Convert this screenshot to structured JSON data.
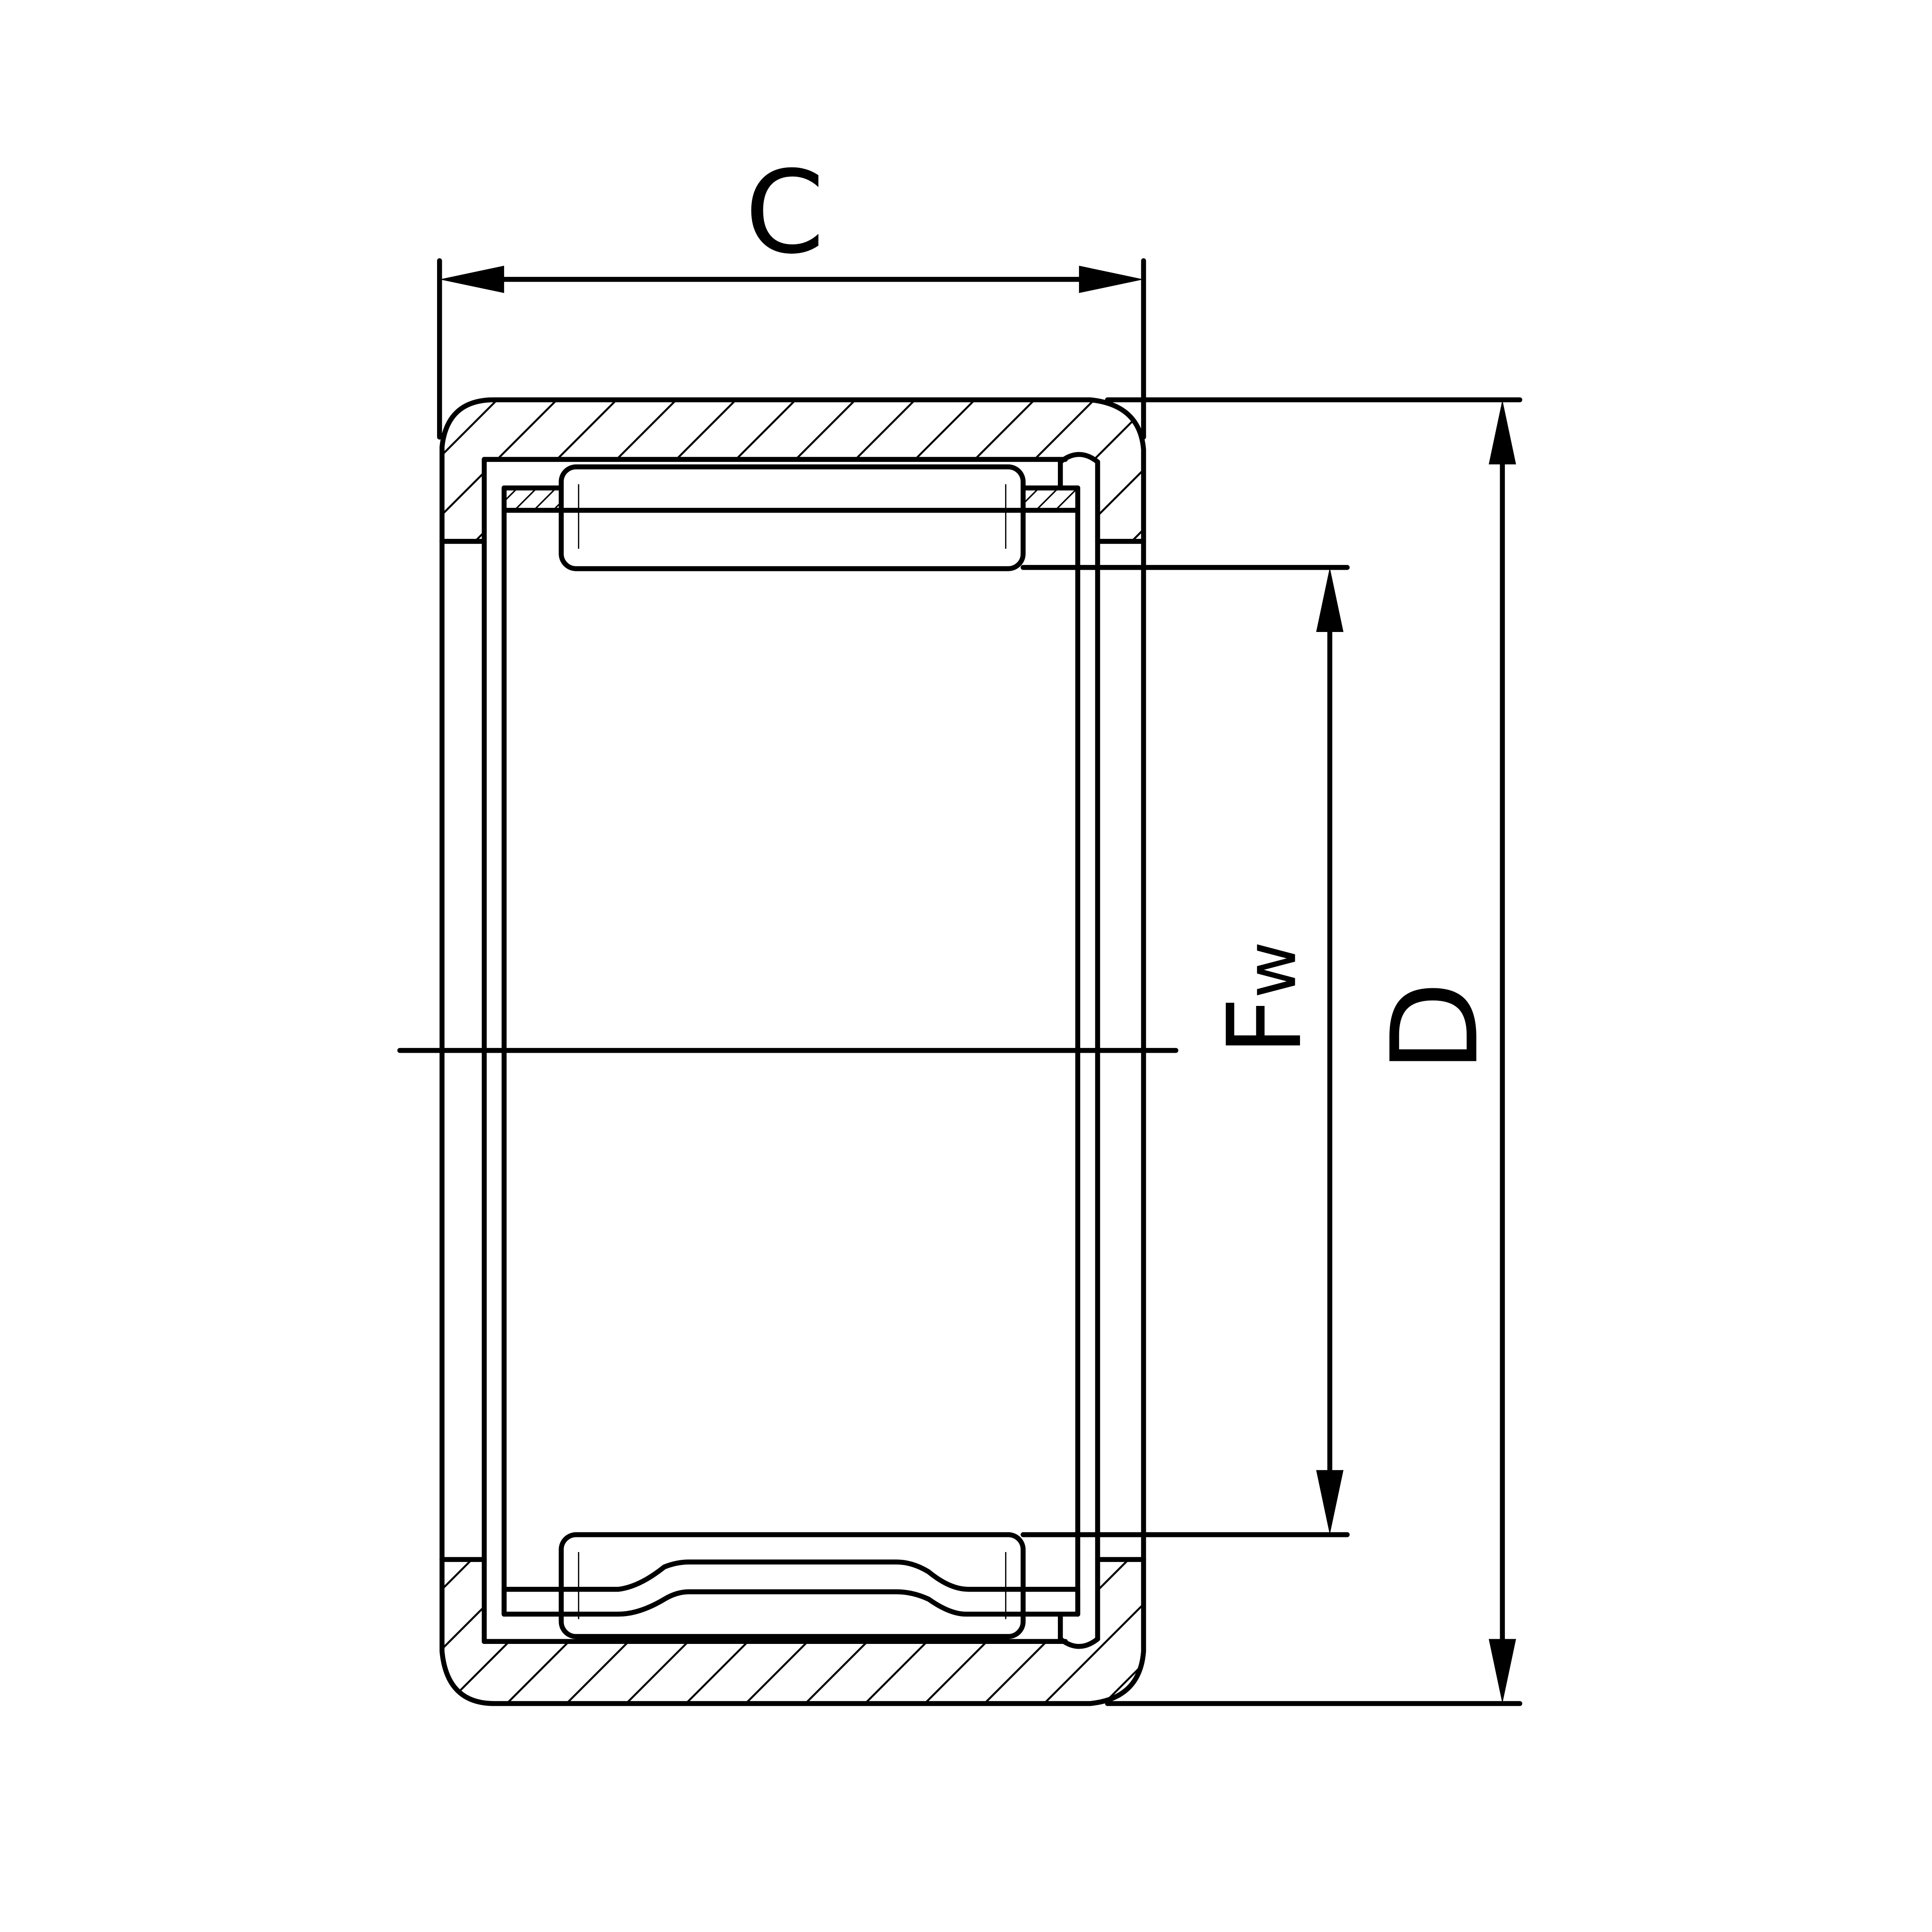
{
  "drawing": {
    "subject": "Drawn cup needle roller bearing cross-section",
    "line_color": "#000000",
    "background": "#ffffff"
  },
  "dimensions": {
    "width_label": "C",
    "bore_label_main": "F",
    "bore_label_sub": "w",
    "outer_diameter_label": "D"
  }
}
